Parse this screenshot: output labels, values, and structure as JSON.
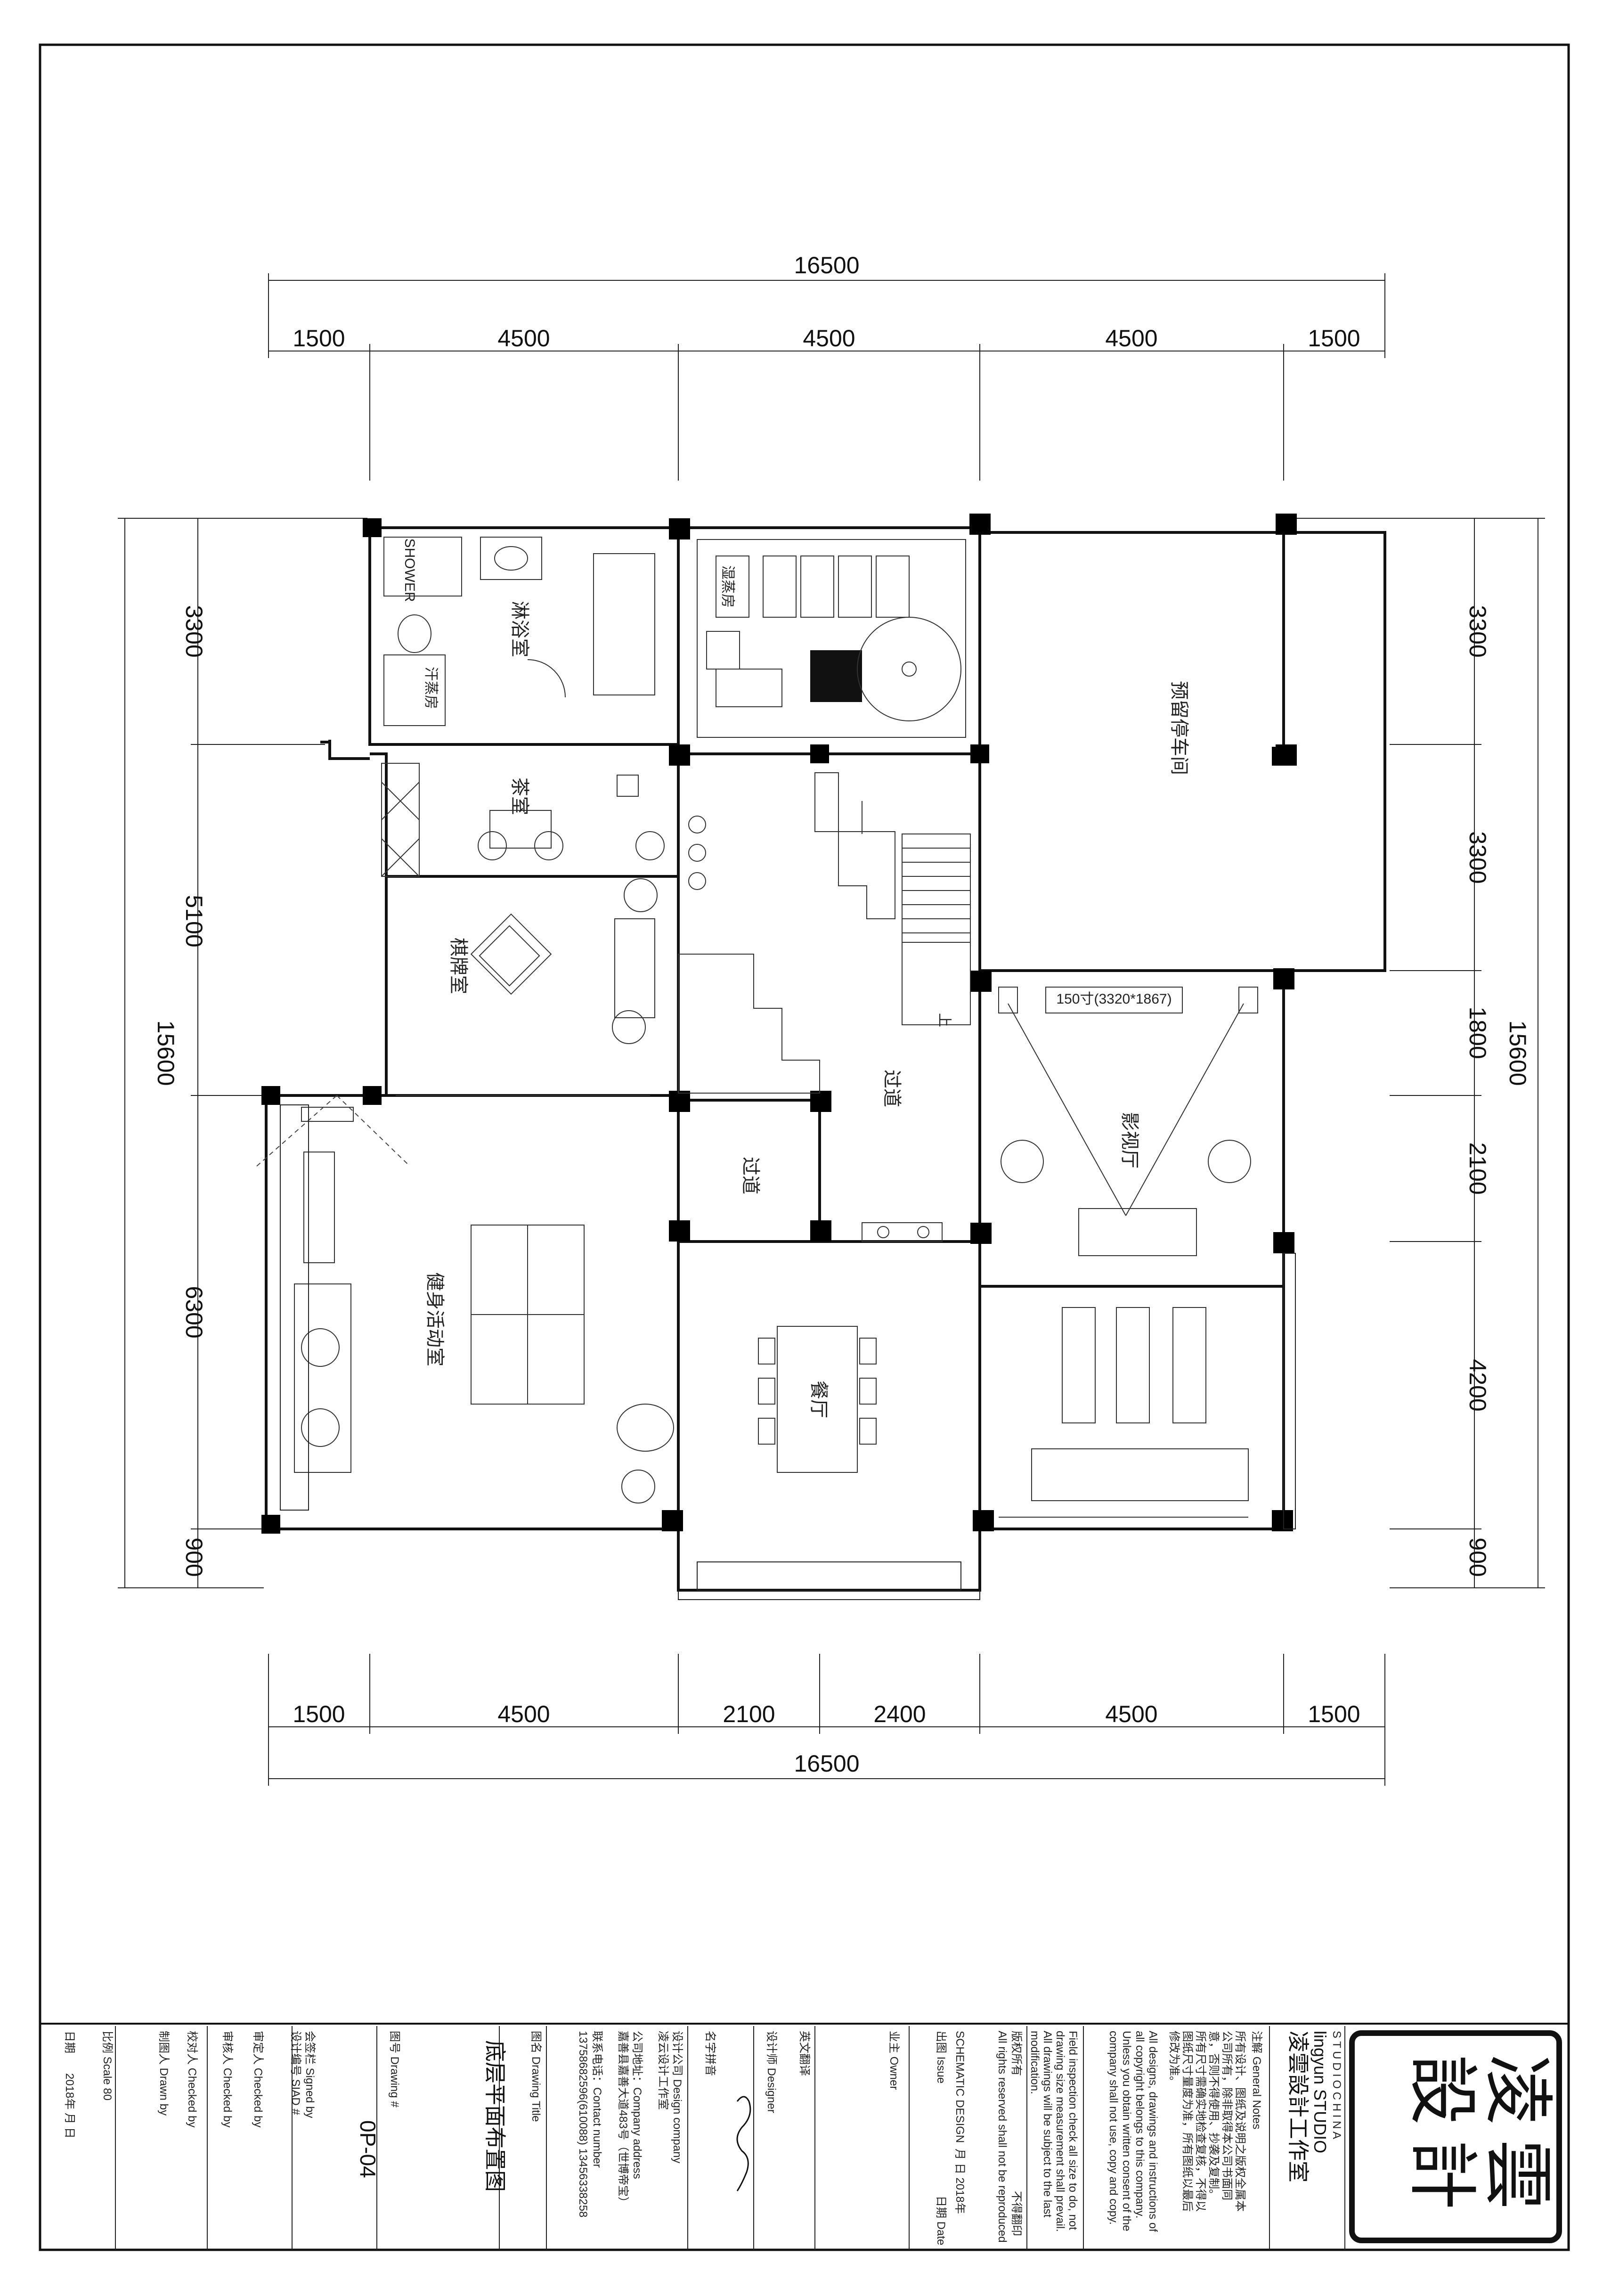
{
  "drawing": {
    "dims_top": {
      "total": "16500",
      "segments": [
        "1500",
        "4500",
        "4500",
        "4500",
        "1500"
      ]
    },
    "dims_bottom": {
      "total": "16500",
      "segments": [
        "1500",
        "4500",
        "2100",
        "2400",
        "4500",
        "1500"
      ]
    },
    "dims_left": {
      "total": "15600",
      "segments": [
        "3300",
        "5100",
        "6300",
        "900"
      ]
    },
    "dims_right": {
      "total": "15600",
      "segments": [
        "3300",
        "3300",
        "1800",
        "2100",
        "4200",
        "900"
      ]
    },
    "rooms": {
      "bathroom": "淋浴室",
      "shower_label": "SHOWER",
      "sauna": "汗蒸房",
      "steam": "湿蒸房",
      "tea_room": "茶室",
      "chess_room": "棋牌室",
      "gym": "健身活动室",
      "corridor": "过道",
      "lobby": "过道",
      "dining": "餐厅",
      "cinema": "影视厅",
      "garage": "预留停车间",
      "screen_label": "150寸(3320*1867)",
      "stair_mark": "上"
    }
  },
  "title_block": {
    "logo_chars": [
      "凌",
      "雲",
      "設",
      "計"
    ],
    "studio_name_cn": "凌雲設計工作室",
    "studio_name_en": "lingyun  STUDIO",
    "studio_sub_en": "S T U D I O   C H I N A",
    "notes_heading": "注解 General Notes",
    "notes_cn": [
      "所有设计、图纸及说明之版权全属本",
      "公司所有，除非取得本公司书面同",
      "意，否则不得使用、抄袭及复制。",
      "所有尺寸需确实地检查复核，不得以",
      "图纸尺寸量度为准，所有图纸以最后",
      "修改为准。"
    ],
    "notes_en": [
      "All designs, drawings and instructions of",
      "all copyright belongs to this company.",
      "Unless you obtain written consent of the",
      "company shall not use, copy and copy."
    ],
    "field_note_en": [
      "Field inspection check all size to do, not",
      "drawing size measurement shall prevail.",
      "All drawings will be subject to the last",
      "modification."
    ],
    "copyright_cn": "版权所有",
    "copyright_cn2": "不得翻印",
    "copyright_en": "All rights reserved shall not be reproduced",
    "issue_label": "出图 Issue",
    "date_label": "日期 Date",
    "schematic": "SCHEMATIC DESIGN",
    "month_day_year": "月    日 2018年",
    "owner_label": "业主 Owner",
    "owner_cn_label": "英文翻译",
    "designer_label": "设计师 Designer",
    "designer_sig": "名字拼音",
    "company_label": "设计公司 Design company",
    "company_name": "凌云设计工作室",
    "address_label": "公司地址：Company address",
    "address_value": "嘉善县嘉善大道483号（世博帝宝）",
    "contact_label": "联系电话：Contact number",
    "contact_value": "13758682596(610088)  13456338258",
    "drawing_title_label": "图名 Drawing Title",
    "drawing_title": "底层平面布置图",
    "drawing_no_label": "图号 Drawing #",
    "drawing_no": "0P-04",
    "signed_label": "会签栏  Signed by",
    "siad_label": "设计编号  SIAD #",
    "approved_label": "审定人  Checked by",
    "reviewed_label": "审核人  Checked by",
    "checked_label": "校对人  Checked by",
    "drawn_label": "制图人  Drawn by",
    "scale_label": "比例 Scale 80",
    "date_field_label": "日期",
    "date_field_value": "2018年   月   日"
  }
}
